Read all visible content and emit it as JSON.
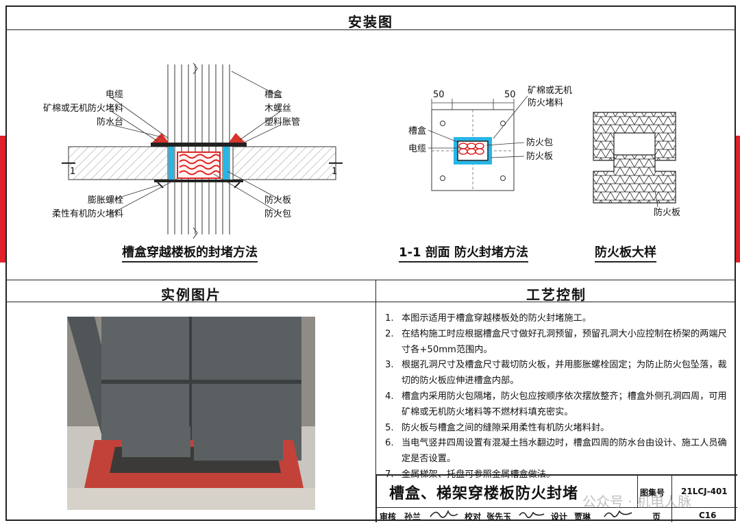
{
  "header": {
    "title": "安装图"
  },
  "drawing1": {
    "caption": "槽盒穿越楼板的封堵方法",
    "section_mark": "1",
    "labels": {
      "cable": "电缆",
      "mineral": "矿棉或无机防火堵料",
      "waterproof": "防水台",
      "trough": "槽盒",
      "wood_screw": "木螺丝",
      "plastic_tube": "塑料胀管",
      "bolt": "膨胀螺栓",
      "flexible": "柔性有机防火堵料",
      "board": "防火板",
      "bag": "防火包"
    }
  },
  "drawing2": {
    "caption": "1-1 剖面 防火封堵方法",
    "dim_left": "50",
    "dim_right": "50",
    "labels": {
      "mineral_line1": "矿棉或无机",
      "mineral_line2": "防火堵料",
      "trough": "槽盒",
      "cable": "电缆",
      "bag": "防火包",
      "board": "防火板"
    }
  },
  "drawing3": {
    "caption": "防火板大样",
    "label": "防火板"
  },
  "section_photo": {
    "title": "实例图片"
  },
  "section_process": {
    "title": "工艺控制",
    "items": [
      {
        "n": "1.",
        "text": "本图示适用于槽盒穿越楼板处的防火封堵施工。"
      },
      {
        "n": "2.",
        "text": "在结构施工时应根据槽盒尺寸做好孔洞预留，预留孔洞大小应控制在桥架的两端尺寸各+50mm范围内。"
      },
      {
        "n": "3.",
        "text": "根据孔洞尺寸及槽盒尺寸裁切防火板，并用膨胀螺栓固定；为防止防火包坠落，裁切的防火板应伸进槽盒内部。"
      },
      {
        "n": "4.",
        "text": "槽盒内采用防火包隔堵，防火包应按顺序依次摆放整齐；槽盒外侧孔洞四周，可用矿棉或无机防火堵料等不燃材料填充密实。"
      },
      {
        "n": "5.",
        "text": "防火板与槽盒之间的缝隙采用柔性有机防火堵料封。"
      },
      {
        "n": "6.",
        "text": "当电气竖井四周设置有混凝土挡水翻边时，槽盒四周的防水台由设计、施工人员确定是否设置。"
      },
      {
        "n": "7.",
        "text": "金属梯架、托盘可参照金属槽盒做法。"
      }
    ]
  },
  "title_block": {
    "title": "槽盒、梯架穿楼板防火封堵",
    "atlas_label": "图集号",
    "atlas_no": "21LCJ-401",
    "review_label": "审核",
    "reviewer": "孙兰",
    "check_label": "校对",
    "checker": "张先玉",
    "design_label": "设计",
    "designer": "贾琳",
    "page_label": "页",
    "page_no": "C16"
  },
  "watermark": {
    "text": "公众号 · 机电人脉"
  },
  "colors": {
    "accent_red": "#e0202a",
    "fire_board_blue": "#27b6e6",
    "fire_bag_red": "#e02020",
    "waterproof_red": "#d8342c"
  }
}
